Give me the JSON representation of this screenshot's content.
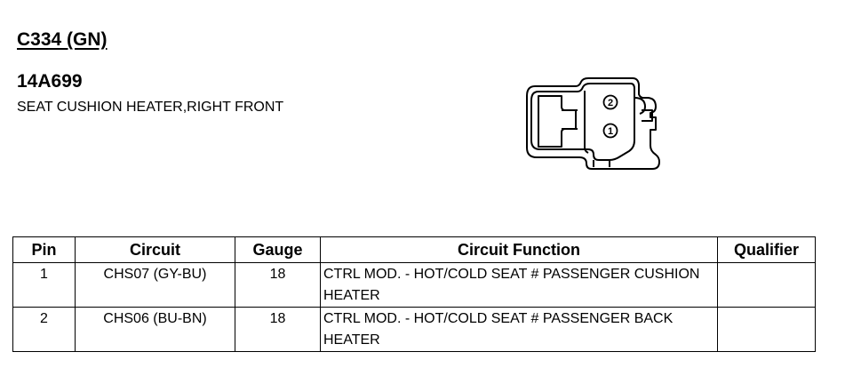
{
  "connector": {
    "id": "C334 (GN)",
    "part_number": "14A699",
    "description": "SEAT CUSHION HEATER,RIGHT FRONT",
    "pin_labels": [
      "2",
      "1"
    ]
  },
  "table": {
    "headers": [
      "Pin",
      "Circuit",
      "Gauge",
      "Circuit Function",
      "Qualifier"
    ],
    "rows": [
      {
        "pin": "1",
        "circuit": "CHS07 (GY-BU)",
        "gauge": "18",
        "function": "CTRL MOD. - HOT/COLD SEAT # PASSENGER CUSHION HEATER",
        "qualifier": ""
      },
      {
        "pin": "2",
        "circuit": "CHS06 (BU-BN)",
        "gauge": "18",
        "function": "CTRL MOD. - HOT/COLD SEAT # PASSENGER BACK HEATER",
        "qualifier": ""
      }
    ]
  }
}
